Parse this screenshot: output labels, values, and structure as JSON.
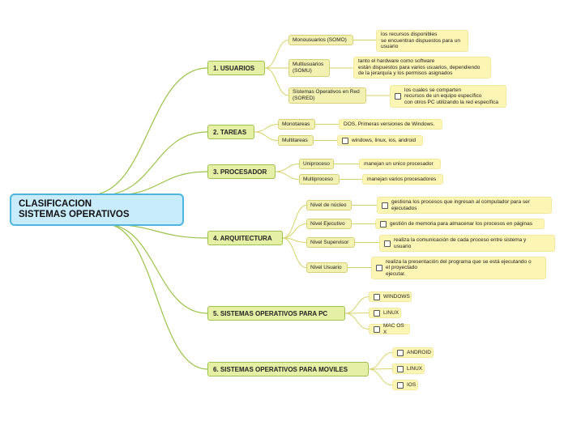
{
  "root": {
    "label": "CLASIFICACION\nSISTEMAS OPERATIVOS"
  },
  "branches": [
    {
      "label": "1. USUARIOS",
      "children": [
        {
          "label": "Monousuarios (SOMO)",
          "leaf": {
            "text": "los recursos disponibles\nse encuentran dispuestos para un\nusuario",
            "checkbox": false
          }
        },
        {
          "label": "Multiusuarios\n(SOMU)",
          "leaf": {
            "text": "tanto el hardware como software\nestán dispuestos para varios usuarios, dependiendo\nde la jerarquía y los permisos asignados",
            "checkbox": false
          }
        },
        {
          "label": "Sistemas Operativos en Red\n(SORED)",
          "leaf": {
            "text": "los cuales se comparten\nrecursos de un equipo específico\ncon otros PC utilizando la red específica",
            "checkbox": true
          }
        }
      ]
    },
    {
      "label": "2. TAREAS",
      "children": [
        {
          "label": "Monotareas",
          "leaf": {
            "text": "DOS, Primeras versiones de Windows.",
            "checkbox": false
          }
        },
        {
          "label": "Multitareas",
          "leaf": {
            "text": "windows, linux, ios, android",
            "checkbox": true
          }
        }
      ]
    },
    {
      "label": "3. PROCESADOR",
      "children": [
        {
          "label": "Uniproceso",
          "leaf": {
            "text": "manejan un unico procesador",
            "checkbox": false
          }
        },
        {
          "label": "Multiproceso",
          "leaf": {
            "text": "manejan varios procesadores",
            "checkbox": false
          }
        }
      ]
    },
    {
      "label": "4. ARQUITECTURA",
      "children": [
        {
          "label": "Nivel de núcleo",
          "leaf": {
            "text": "gestiona los procesos que ingresan al computador para ser\nejecutados",
            "checkbox": true
          }
        },
        {
          "label": "Nivel Ejecutivo",
          "leaf": {
            "text": "gestión de memoria para almacenar los procesos en páginas",
            "checkbox": true
          }
        },
        {
          "label": "Nivel Supervisor",
          "leaf": {
            "text": "realiza la comunicación de cada proceso entre sistema y\nusuario",
            "checkbox": true
          }
        },
        {
          "label": "Nivel Usuario",
          "leaf": {
            "text": "realiza la presentación del programa que se está ejecutando o\nel proyectado\nejecutar.",
            "checkbox": true
          }
        }
      ]
    },
    {
      "label": "5. SISTEMAS OPERATIVOS PARA PC",
      "children": [
        {
          "label": "WINDOWS",
          "checkbox": true
        },
        {
          "label": "LINUX",
          "checkbox": true
        },
        {
          "label": "MAC OS X",
          "checkbox": true
        }
      ]
    },
    {
      "label": "6. SISTEMAS OPERATIVOS PARA MOVILES",
      "children": [
        {
          "label": "ANDROID",
          "checkbox": true
        },
        {
          "label": "LINUX",
          "checkbox": true
        },
        {
          "label": "IOS",
          "checkbox": true
        }
      ]
    }
  ],
  "colors": {
    "root_fill": "#c8ecfb",
    "root_border": "#4cb6de",
    "branch_fill": "#e5f0a6",
    "branch_border": "#9cc24a",
    "child_fill": "#f3f1b2",
    "leaf_fill": "#fdf5b4",
    "main_link": "#9cc24a",
    "sub_link": "#d8d26a"
  }
}
